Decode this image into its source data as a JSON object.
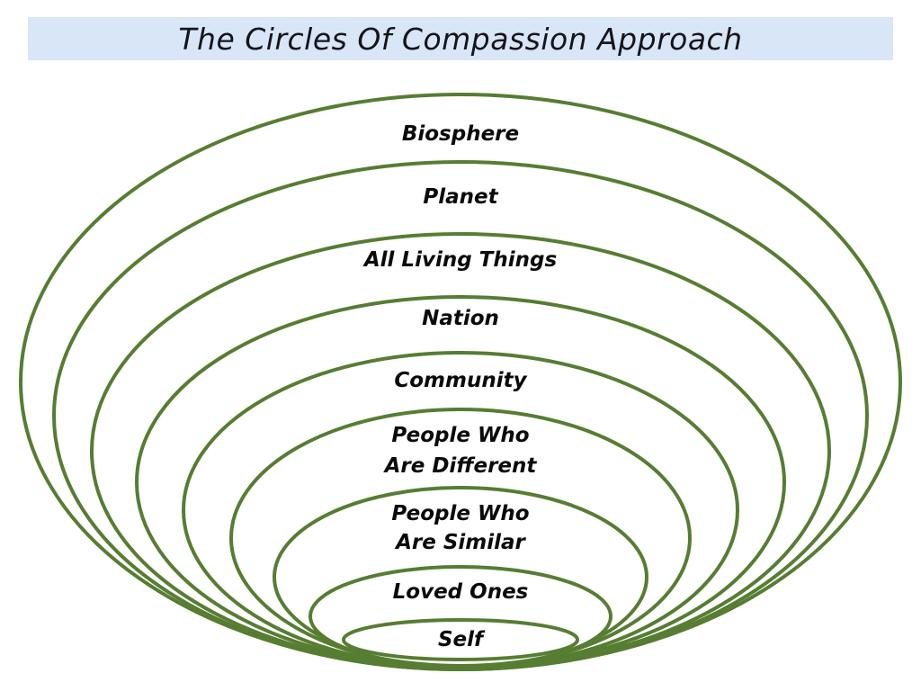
{
  "title": {
    "text": "The Circles Of Compassion Approach"
  },
  "colors": {
    "ring_stroke": "#567d31",
    "title_bg": "#d9e6f8",
    "title_text": "#14141c",
    "label_text": "#0a0a0a",
    "background": "#ffffff"
  },
  "rings": [
    {
      "name": "biosphere",
      "lines": [
        "Biosphere"
      ]
    },
    {
      "name": "planet",
      "lines": [
        "Planet"
      ]
    },
    {
      "name": "all-living-things",
      "lines": [
        "All Living Things"
      ]
    },
    {
      "name": "nation",
      "lines": [
        "Nation"
      ]
    },
    {
      "name": "community",
      "lines": [
        "Community"
      ]
    },
    {
      "name": "people-who-are-different",
      "lines": [
        "People Who",
        "Are Different"
      ]
    },
    {
      "name": "people-who-are-similar",
      "lines": [
        "People Who",
        "Are Similar"
      ]
    },
    {
      "name": "loved-ones",
      "lines": [
        "Loved Ones"
      ]
    },
    {
      "name": "self",
      "lines": [
        "Self"
      ]
    }
  ]
}
